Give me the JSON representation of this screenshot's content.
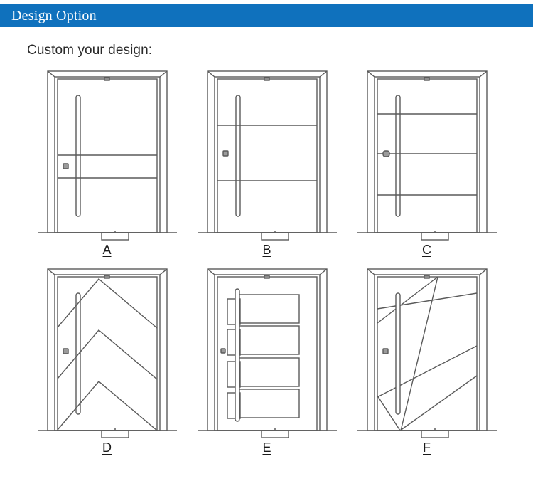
{
  "header": {
    "title": "Design Option",
    "bar_color": "#0f71bd",
    "text_color": "#ffffff"
  },
  "main": {
    "subtitle": "Custom your design:",
    "line_color": "#5a5a5a",
    "options": [
      {
        "label": "A",
        "name": "door-design-a",
        "description": "Door with long vertical pull handle, two horizontal grooves forming a mid band, square lock plate"
      },
      {
        "label": "B",
        "name": "door-design-b",
        "description": "Door with long vertical pull handle and two widely spaced horizontal grooves"
      },
      {
        "label": "C",
        "name": "door-design-c",
        "description": "Door with long vertical pull handle, three evenly spaced horizontal grooves and round lock"
      },
      {
        "label": "D",
        "name": "door-design-d",
        "description": "Door with three stacked upward chevron grooves and long vertical pull handle"
      },
      {
        "label": "E",
        "name": "door-design-e",
        "description": "Door with four horizontal rectangular recessed panels crossed by the vertical handle"
      },
      {
        "label": "F",
        "name": "door-design-f",
        "description": "Door with abstract crossing diagonal grooves and long vertical pull handle"
      }
    ]
  }
}
